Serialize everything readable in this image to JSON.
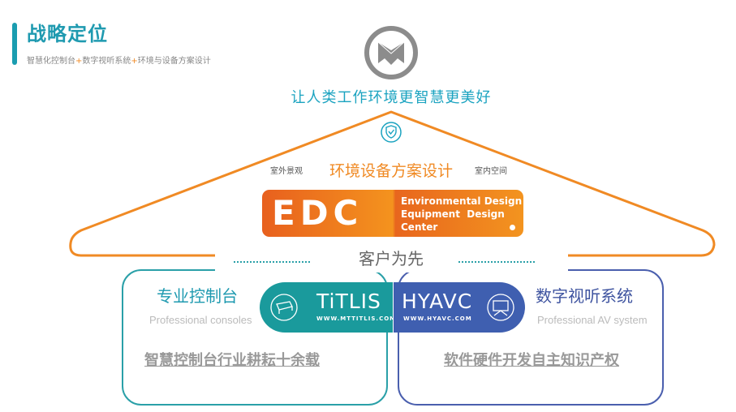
{
  "header": {
    "title": "战略定位",
    "subtitle_parts": [
      "智慧化控制台",
      "+",
      "数字视听系统",
      "+",
      "环境与设备方案设计"
    ]
  },
  "slogan": "让人类工作环境更智慧更美好",
  "environment": {
    "left_label": "室外景观",
    "title": "环境设备方案设计",
    "right_label": "室内空间"
  },
  "edc": {
    "logo_text": "EDC",
    "lines": [
      "Environmental Design",
      "Equipment  Design",
      "Center"
    ]
  },
  "customer_first": "客户为先",
  "left": {
    "title": "专业控制台",
    "en": "Professional consoles",
    "claim": "智慧控制台行业耕耘十余载",
    "brand": "TiTLIS",
    "url": "WWW.MTTITLIS.COM"
  },
  "right": {
    "title": "数字视听系统",
    "en": "Professional AV system",
    "claim": "软件硬件开发自主知识产权",
    "brand": "HYAVC",
    "url": "WWW.HYAVC.COM"
  },
  "colors": {
    "teal": "#1a9a9c",
    "blue": "#3f5fb0",
    "orange": "#f08a24"
  }
}
